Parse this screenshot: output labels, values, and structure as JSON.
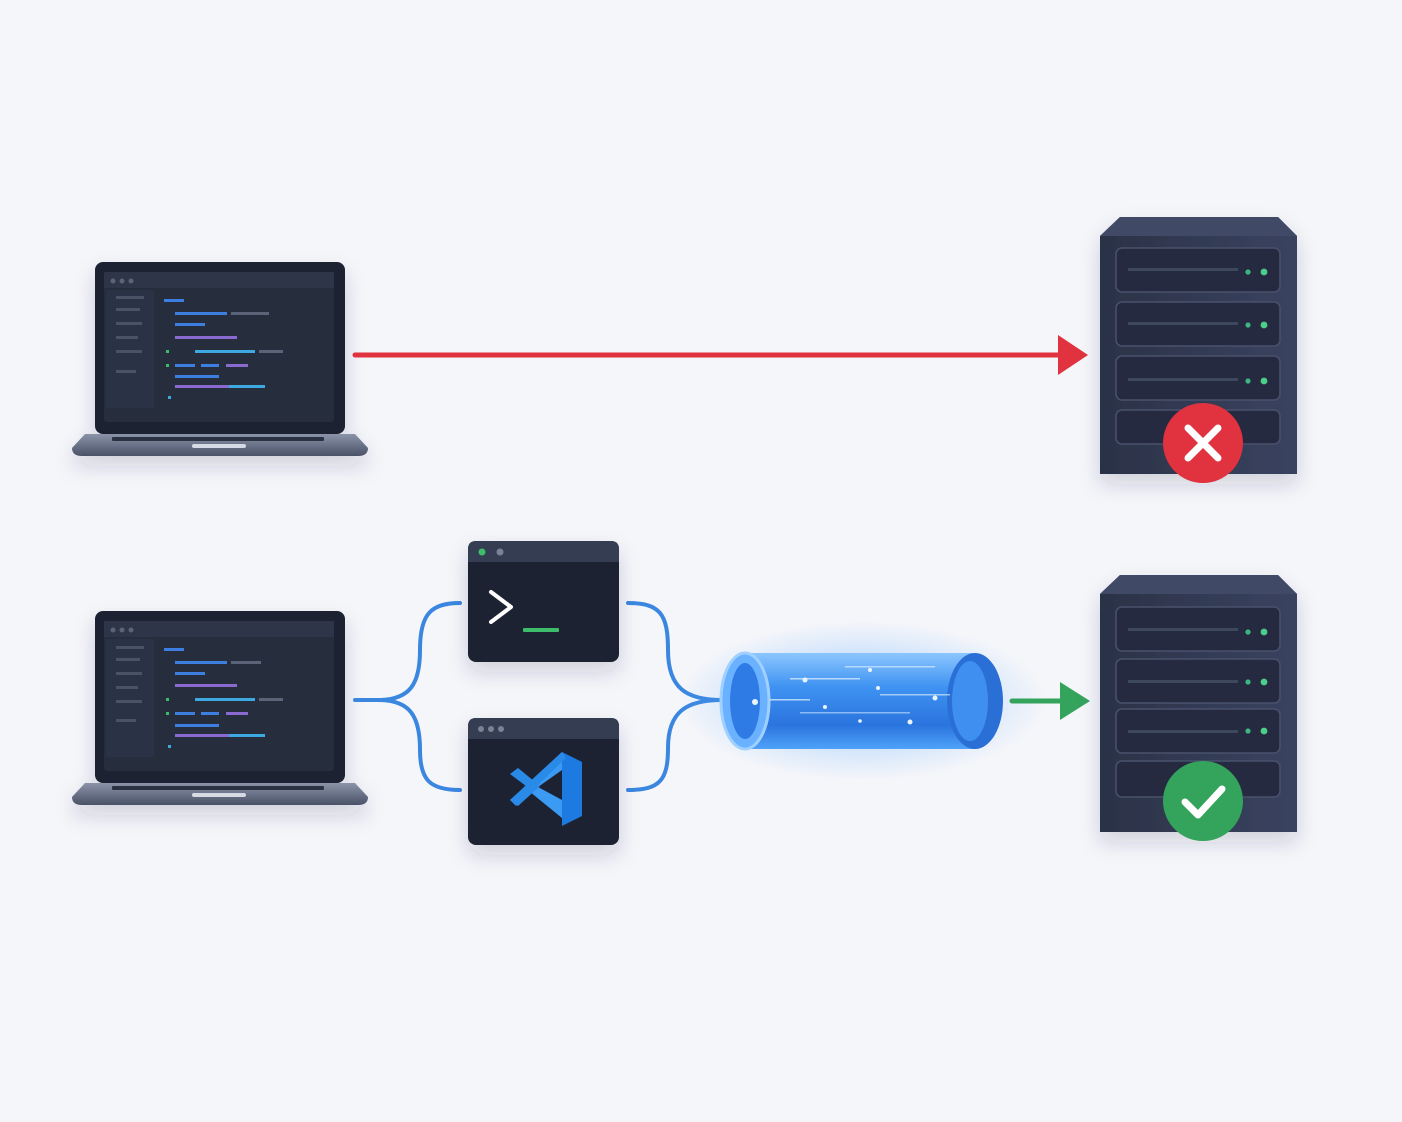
{
  "diagram": {
    "rows": [
      {
        "id": "direct",
        "client": "laptop",
        "server": "server-rack",
        "connection": "direct-arrow",
        "status": "failed",
        "status_icon": "x-icon"
      },
      {
        "id": "tunneled",
        "client": "laptop",
        "tools": [
          {
            "name": "terminal",
            "icon": "terminal-prompt-icon"
          },
          {
            "name": "code-editor",
            "icon": "vscode-icon"
          }
        ],
        "connection": "tunnel",
        "server": "server-rack",
        "status": "success",
        "status_icon": "check-icon"
      }
    ]
  },
  "colors": {
    "background": "#f5f6fa",
    "device_dark": "#1e2433",
    "server_body": "#323a52",
    "fail_red": "#e0323f",
    "success_green": "#34a35c",
    "link_blue": "#3b87e0",
    "tunnel_blue": "#3d8ff0",
    "led_green": "#4cd08a"
  }
}
